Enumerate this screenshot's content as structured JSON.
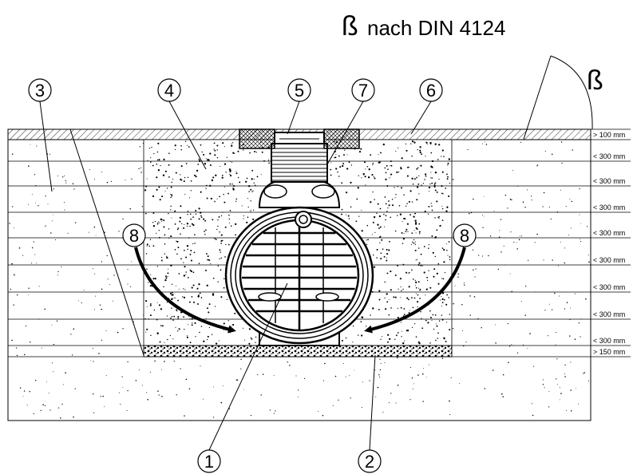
{
  "title": {
    "beta_symbol": "ß",
    "text": "nach DIN  4124"
  },
  "angle_label": "ß",
  "layer_dimensions": [
    "> 100 mm",
    "< 300 mm",
    "< 300 mm",
    "< 300 mm",
    "< 300 mm",
    "< 300 mm",
    "< 300 mm",
    "< 300 mm",
    "< 300 mm",
    "> 150 mm"
  ],
  "callouts": [
    {
      "id": "1",
      "label": "1"
    },
    {
      "id": "2",
      "label": "2"
    },
    {
      "id": "3",
      "label": "3"
    },
    {
      "id": "4",
      "label": "4"
    },
    {
      "id": "5",
      "label": "5"
    },
    {
      "id": "6",
      "label": "6"
    },
    {
      "id": "7",
      "label": "7"
    },
    {
      "id": "8l",
      "label": "8"
    },
    {
      "id": "8r",
      "label": "8"
    }
  ],
  "colors": {
    "line": "#000000",
    "background": "#ffffff"
  }
}
